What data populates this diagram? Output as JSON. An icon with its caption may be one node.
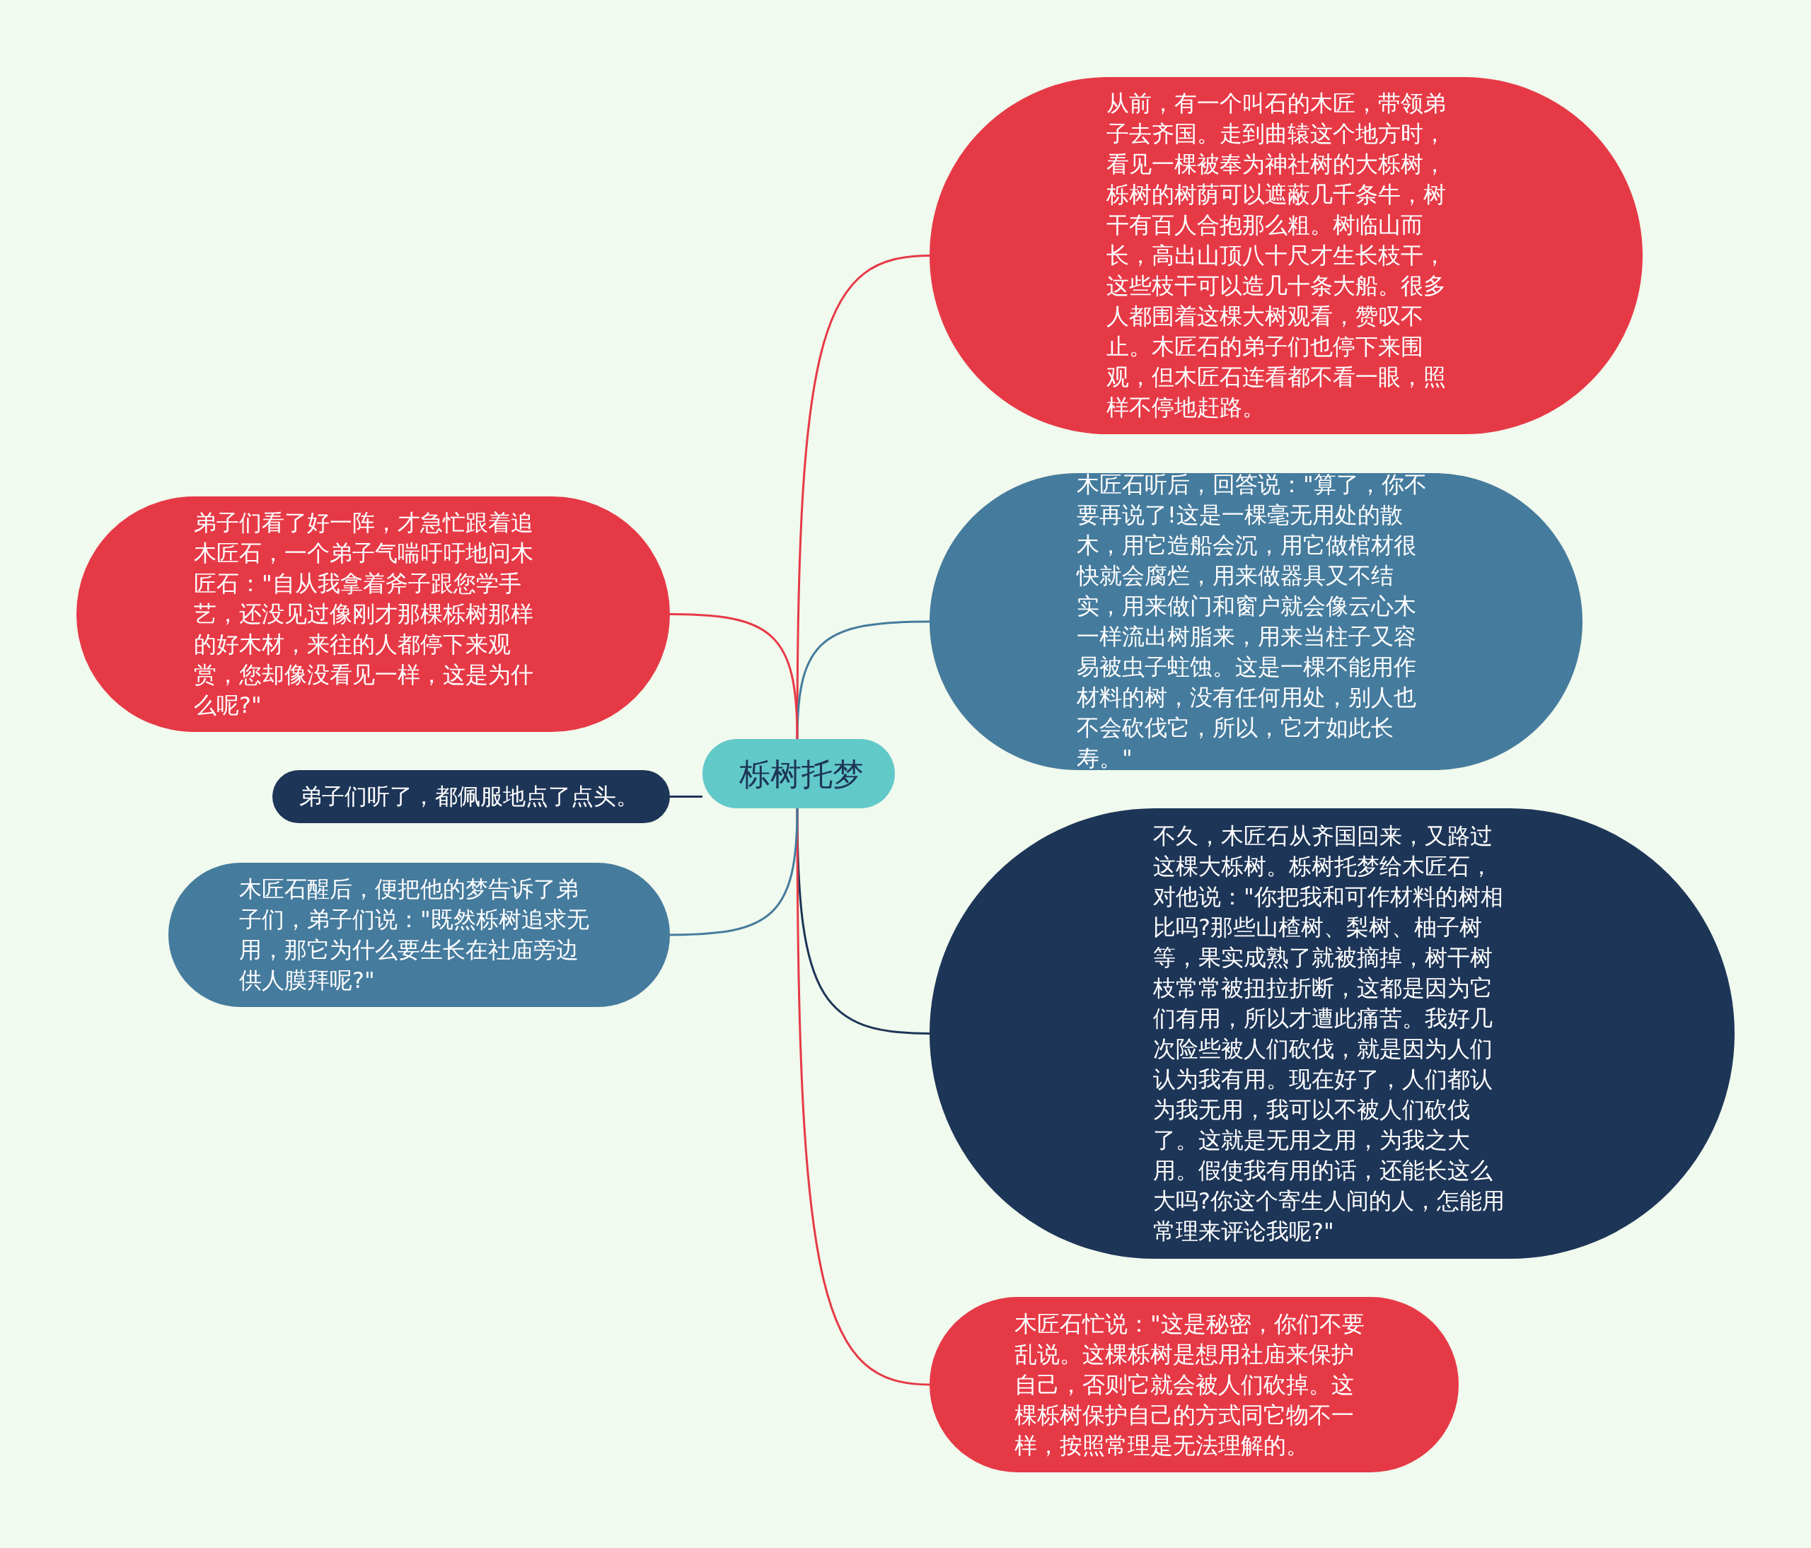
{
  "diagram": {
    "nodes": [
      {
        "text": [
          "栎树托梦"
        ]
      },
      {
        "text": [
          "从前，有一个叫石的木匠，带领弟子去齐国。走到曲辕这个地方时，看见一棵被奉为神社树的大栎树，栎树的树荫可以遮蔽几千条牛，树干有百人合抱那么粗。树临山而长，高出山顶八十尺才生长枝干，这些枝干可以造几十条大船。很多人都围着这棵大树观看，赞叹不止。木匠石的弟子们也停下来围观，但木匠石连看都不看一眼，照样不停地赶路。"
        ]
      },
      {
        "text": [
          "木匠石听后，回答说：\"算了，你不要再说了!这是一棵毫无用处的散木，用它造船会沉，用它做棺材很快就会腐烂，用来做器具又不结实，用来做门和窗户就会像云心木一样流出树脂来，用来当柱子又容易被虫子蛀蚀。这是一棵不能用作材料的树，没有任何用处，别人也不会砍伐它，所以，它才如此长寿。\""
        ]
      },
      {
        "text": [
          "不久，木匠石从齐国回来，又路过这棵大栎树。栎树托梦给木匠石，对他说：\"你把我和可作材料的树相比吗?那些山楂树、梨树、柚子树等，果实成熟了就被摘掉，树干树枝常常被扭拉折断，这都是因为它们有用，所以才遭此痛苦。我好几次险些被人们砍伐，就是因为人们认为我有用。现在好了，人们都认为我无用，我可以不被人们砍伐了。这就是无用之用，为我之大用。假使我有用的话，还能长这么大吗?你这个寄生人间的人，怎能用常理来评论我呢?\""
        ]
      },
      {
        "text": [
          "木匠石忙说：\"这是秘密，你们不要乱说。这棵栎树是想用社庙来保护自己，否则它就会被人们砍掉。这棵栎树保护自己的方式同它物不一样，按照常理是无法理解的。"
        ]
      },
      {
        "text": [
          "弟子们看了好一阵，才急忙跟着追木匠石，一个弟子气喘吁吁地问木匠石：\"自从我拿着斧子跟您学手艺，还没见过像刚才那棵栎树那样的好木材，来往的人都停下来观赏，您却像没看见一样，这是为什么呢?\""
        ]
      },
      {
        "text": [
          "弟子们听了，都佩服地点了点头。"
        ]
      },
      {
        "text": [
          "木匠石醒后，便把他的梦告诉了弟子们，弟子们说：\"既然栎树追求无用，那它为什么要生长在社庙旁边供人膜拜呢?\""
        ]
      }
    ],
    "edges": [
      {
        "from": 0,
        "to": 1,
        "arrow": "none",
        "color": "#e63946"
      },
      {
        "from": 0,
        "to": 2,
        "arrow": "none",
        "color": "#457b9d"
      },
      {
        "from": 0,
        "to": 3,
        "arrow": "none",
        "color": "#1d3557"
      },
      {
        "from": 0,
        "to": 4,
        "arrow": "none",
        "color": "#e63946"
      },
      {
        "from": 0,
        "to": 5,
        "arrow": "none",
        "color": "#e63946"
      },
      {
        "from": 0,
        "to": 6,
        "arrow": "none",
        "color": "#1d3557"
      },
      {
        "from": 0,
        "to": 7,
        "arrow": "none",
        "color": "#457b9d"
      }
    ]
  }
}
